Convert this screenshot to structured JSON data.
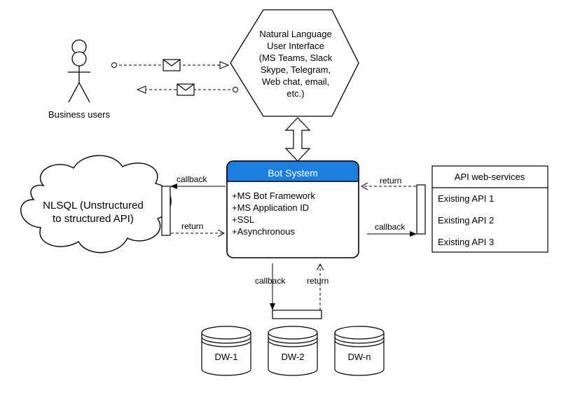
{
  "actor": {
    "label": "Business users"
  },
  "nlui": {
    "lines": [
      "Natural Language",
      "User Interface",
      "(MS Teams, Slack",
      "Skype, Telegram,",
      "Web chat, email,",
      "etc.)"
    ]
  },
  "bot": {
    "title": "Bot System",
    "items": [
      "+MS Bot Framework",
      "+MS Application ID",
      "+SSL",
      "+Asynchronous"
    ],
    "header_color": "#1a7fe0"
  },
  "nlsql": {
    "lines": [
      "NLSQL (Unstructured",
      "to structured API)"
    ]
  },
  "api": {
    "title": "API web-services",
    "items": [
      "Existing API 1",
      "Existing API 2",
      "Existing API 3"
    ]
  },
  "labels": {
    "nlsql_callback": "callback",
    "nlsql_return": "return",
    "api_return": "return",
    "api_callback": "callback",
    "dw_callback": "callback",
    "dw_return": "return"
  },
  "databases": [
    "DW-1",
    "DW-2",
    "DW-n"
  ]
}
